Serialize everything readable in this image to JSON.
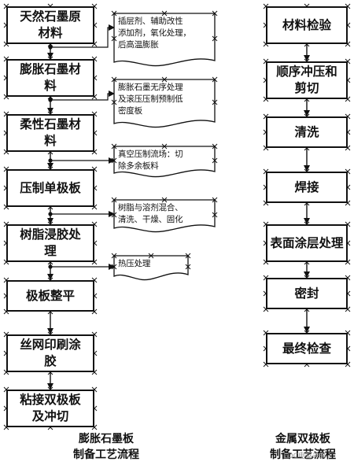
{
  "left_flow": {
    "steps": [
      {
        "lines": [
          "天然石墨原",
          "材料"
        ]
      },
      {
        "lines": [
          "膨胀石墨材",
          "料"
        ]
      },
      {
        "lines": [
          "柔性石墨材",
          "料"
        ]
      },
      {
        "lines": [
          "压制单极板"
        ]
      },
      {
        "lines": [
          "树脂浸胶处",
          "理"
        ]
      },
      {
        "lines": [
          "极板整平"
        ]
      },
      {
        "lines": [
          "丝网印刷涂",
          "胶"
        ]
      },
      {
        "lines": [
          "粘接双极板",
          "及冲切"
        ]
      }
    ],
    "notes": [
      {
        "lines": [
          "插层剂、辅助改性",
          "添加剂，氧化处理，",
          "后高温膨胀"
        ]
      },
      {
        "lines": [
          "膨胀石墨无序处理",
          "及滚压压制预制低",
          "密度板"
        ]
      },
      {
        "lines": [
          "真空压制流场：切",
          "除多余板料"
        ]
      },
      {
        "lines": [
          "树脂与溶剂混合、",
          "清洗、干燥、固化"
        ]
      },
      {
        "lines": [
          "热压处理"
        ]
      }
    ],
    "caption_lines": [
      "膨胀石墨板",
      "制备工艺流程"
    ]
  },
  "right_flow": {
    "steps": [
      {
        "lines": [
          "材料检验"
        ]
      },
      {
        "lines": [
          "顺序冲压和",
          "剪切"
        ]
      },
      {
        "lines": [
          "清洗"
        ]
      },
      {
        "lines": [
          "焊接"
        ]
      },
      {
        "lines": [
          "表面涂层处理"
        ]
      },
      {
        "lines": [
          "密封"
        ]
      },
      {
        "lines": [
          "最终检查"
        ]
      }
    ],
    "caption_lines": [
      "金属双极板",
      "制备工艺流程"
    ]
  },
  "watermark": "EDC电驱未来"
}
